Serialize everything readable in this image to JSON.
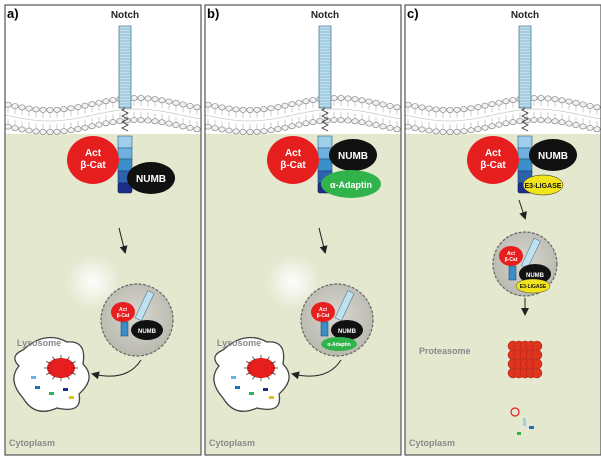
{
  "panels": [
    {
      "label": "a)",
      "notch": "Notch",
      "act_line1": "Act",
      "act_line2": "β-Cat",
      "numb": "NUMB",
      "partner": "",
      "vesicle_act_line1": "Act",
      "vesicle_act_line2": "β-Cat",
      "vesicle_numb": "NUMB",
      "vesicle_partner": "",
      "organelle": "Lysosome",
      "cytoplasm": "Cytoplasm"
    },
    {
      "label": "b)",
      "notch": "Notch",
      "act_line1": "Act",
      "act_line2": "β-Cat",
      "numb": "NUMB",
      "partner": "α-Adaptin",
      "vesicle_act_line1": "Act",
      "vesicle_act_line2": "β-Cat",
      "vesicle_numb": "NUMB",
      "vesicle_partner": "α-Adaptin",
      "organelle": "Lysosome",
      "cytoplasm": "Cytoplasm"
    },
    {
      "label": "c)",
      "notch": "Notch",
      "act_line1": "Act",
      "act_line2": "β-Cat",
      "numb": "NUMB",
      "partner": "E3-LIGASE",
      "vesicle_act_line1": "Act",
      "vesicle_act_line2": "β-Cat",
      "vesicle_numb": "NUMB",
      "vesicle_partner": "E3-LIGASE",
      "organelle": "Proteasome",
      "cytoplasm": "Cytoplasm"
    }
  ],
  "colors": {
    "cytoplasm": "#e3e8cf",
    "act_beta_cat": "#e61e1e",
    "numb": "#111111",
    "alpha_adaptin": "#2fb34a",
    "e3_ligase": "#f2e41c",
    "notch_light": "#bfe0ef",
    "notch_blue": "#3a8fc9",
    "notch_dark": "#1c2e86",
    "proteasome": "#e0341f"
  },
  "icons": {
    "membrane": "phospholipid-bilayer-icon",
    "receptor": "notch-receptor-icon",
    "endosome": "endocytic-vesicle-icon",
    "lysosome": "lysosome-icon",
    "proteasome": "proteasome-icon"
  }
}
